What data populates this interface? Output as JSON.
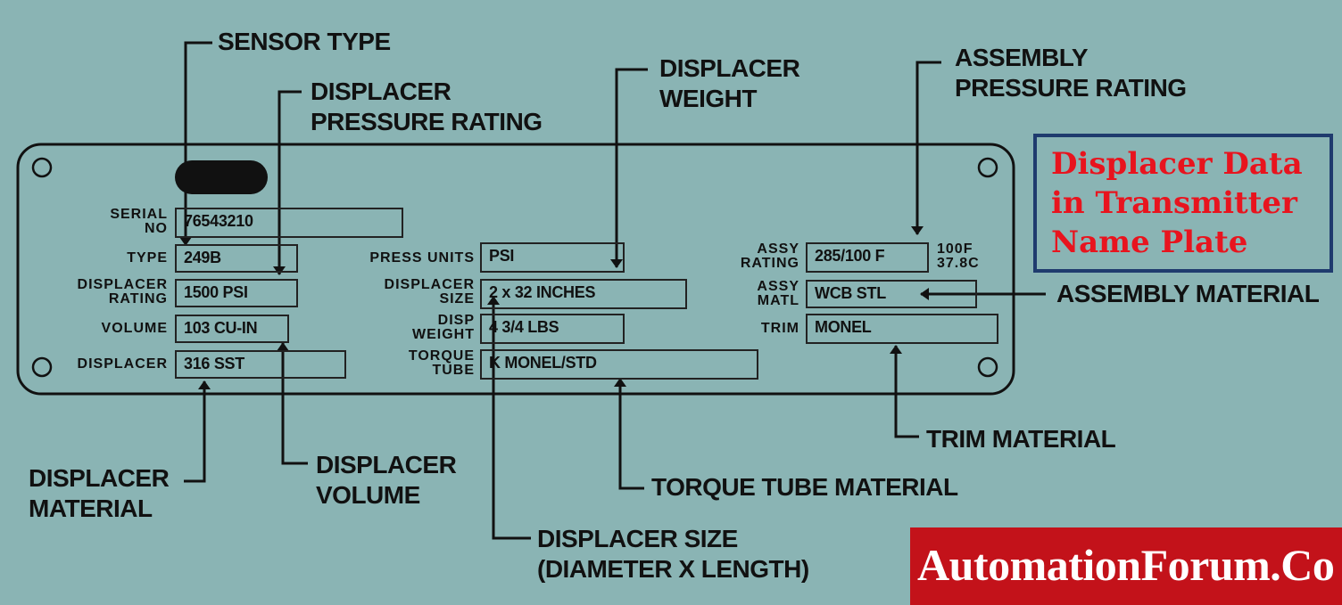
{
  "callouts": {
    "sensor_type": "SENSOR TYPE",
    "displacer_pressure_rating": "DISPLACER\nPRESSURE RATING",
    "displacer_weight": "DISPLACER\nWEIGHT",
    "assembly_pressure_rating": "ASSEMBLY\nPRESSURE RATING",
    "assembly_material": "ASSEMBLY MATERIAL",
    "trim_material": "TRIM MATERIAL",
    "torque_tube_material": "TORQUE TUBE MATERIAL",
    "displacer_size": "DISPLACER SIZE\n(DIAMETER X LENGTH)",
    "displacer_volume": "DISPLACER\nVOLUME",
    "displacer_material": "DISPLACER\nMATERIAL"
  },
  "plate": {
    "serial_label": "SERIAL\nNO",
    "serial_value": "76543210",
    "type_label": "TYPE",
    "type_value": "249B",
    "displacer_rating_label": "DISPLACER\nRATING",
    "displacer_rating_value": "1500 PSI",
    "volume_label": "VOLUME",
    "volume_value": "103 CU-IN",
    "displacer_label": "DISPLACER",
    "displacer_value": "316 SST",
    "press_units_label": "PRESS UNITS",
    "press_units_value": "PSI",
    "displacer_size_label": "DISPLACER\nSIZE",
    "displacer_size_value": "2 x 32 INCHES",
    "disp_weight_label": "DISP\nWEIGHT",
    "disp_weight_value": "4 3/4 LBS",
    "torque_tube_label": "TORQUE\nTUBE",
    "torque_tube_value": "K MONEL/STD",
    "assy_rating_label": "ASSY\nRATING",
    "assy_rating_value": "285/100 F",
    "assy_temp": "100F\n37.8C",
    "assy_matl_label": "ASSY\nMATL",
    "assy_matl_value": "WCB STL",
    "trim_label": "TRIM",
    "trim_value": "MONEL"
  },
  "title_box": {
    "text": "Displacer Data\nin Transmitter\nName Plate"
  },
  "brand": {
    "text": "AutomationForum.Co"
  },
  "colors": {
    "background": "#8ab4b4",
    "title": "#e8141e",
    "title_border": "#1f3b6e",
    "brand_bg": "#c3121a"
  }
}
